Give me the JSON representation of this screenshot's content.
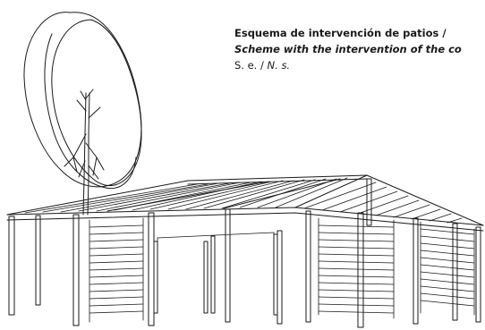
{
  "caption": {
    "title_es": "Esquema de intervención de patios /",
    "title_en": "Scheme with the intervention of the co",
    "scale_es": "S. e. /",
    "scale_en": "N. s."
  },
  "drawing": {
    "stroke_color": "#1a1a1a",
    "background": "#ffffff",
    "elements": [
      "tree",
      "pergola-roof",
      "columns",
      "slatted-screens"
    ]
  }
}
